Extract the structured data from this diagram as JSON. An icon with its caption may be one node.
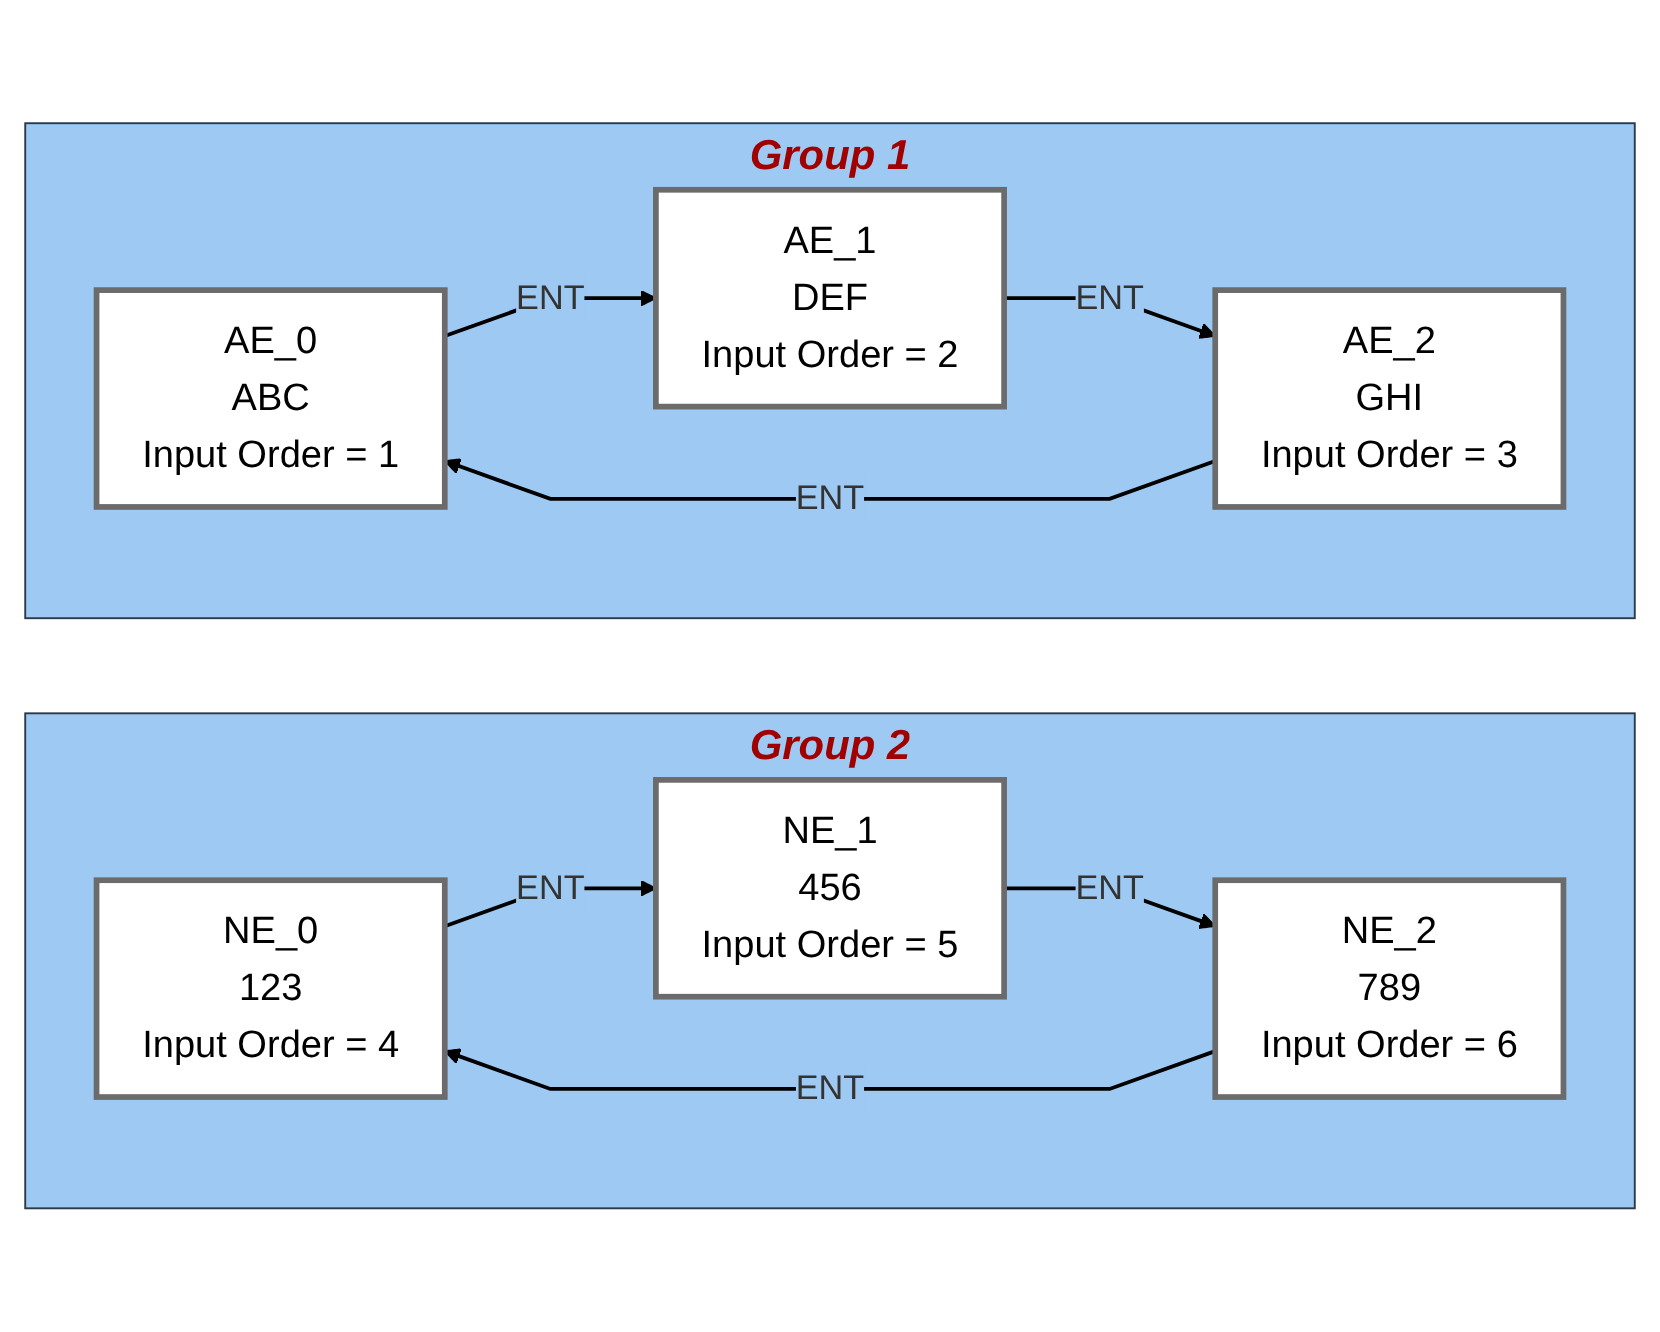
{
  "diagram": {
    "nodes": [
      {
        "text": [
          "Group 1"
        ]
      },
      {
        "text": [
          "AE_0",
          "ABC",
          "Input Order = 1"
        ],
        "in": 0
      },
      {
        "text": [
          "AE_1",
          "DEF",
          "Input Order = 2"
        ],
        "in": 0
      },
      {
        "text": [
          "AE_2",
          "GHI",
          "Input Order = 3"
        ],
        "in": 0
      },
      {
        "text": [
          "Group 2"
        ]
      },
      {
        "text": [
          "NE_0",
          "123",
          "Input Order = 4"
        ],
        "in": 4
      },
      {
        "text": [
          "NE_1",
          "456",
          "Input Order = 5"
        ],
        "in": 4
      },
      {
        "text": [
          "NE_2",
          "789",
          "Input Order = 6"
        ],
        "in": 4
      }
    ],
    "edges": [
      {
        "from": 1,
        "to": 2,
        "arrow": "to",
        "label": "ENT"
      },
      {
        "from": 2,
        "to": 3,
        "arrow": "to",
        "label": "ENT"
      },
      {
        "from": 3,
        "to": 1,
        "arrow": "to",
        "label": "ENT"
      },
      {
        "from": 5,
        "to": 6,
        "arrow": "to",
        "label": "ENT"
      },
      {
        "from": 6,
        "to": 7,
        "arrow": "to",
        "label": "ENT"
      },
      {
        "from": 7,
        "to": 5,
        "arrow": "to",
        "label": "ENT"
      }
    ]
  }
}
